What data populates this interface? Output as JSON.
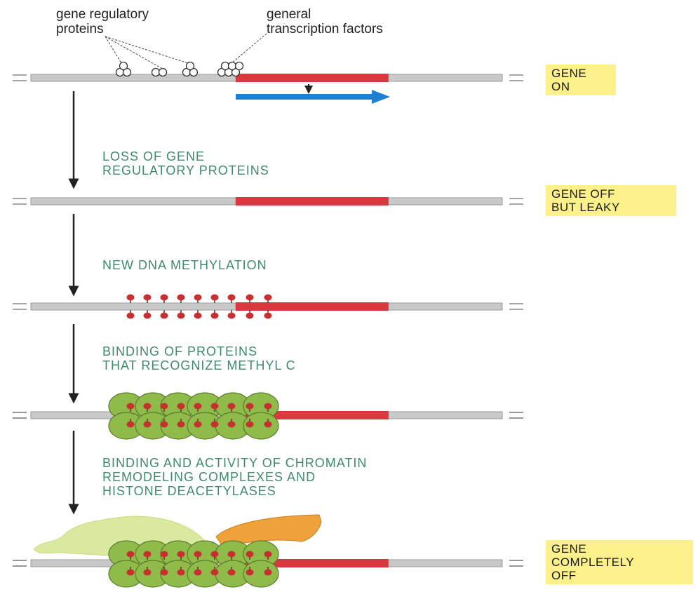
{
  "labels": {
    "gene_regulatory_proteins": "gene regulatory\nproteins",
    "general_transcription_factors": "general\ntranscription factors"
  },
  "steps": [
    "LOSS OF GENE\nREGULATORY PROTEINS",
    "NEW DNA METHYLATION",
    "BINDING OF PROTEINS\nTHAT RECOGNIZE METHYL C",
    "BINDING AND ACTIVITY OF CHROMATIN\nREMODELING COMPLEXES AND\nHISTONE DEACETYLASES"
  ],
  "states": {
    "gene_on": "GENE\nON",
    "gene_off_leaky": "GENE OFF\nBUT LEAKY",
    "gene_completely_off": "GENE\nCOMPLETELY\nOFF"
  },
  "colors": {
    "dna": "#c9c9c9",
    "gene": "#d8393e",
    "transcript": "#1f7fd0",
    "methyl": "#c8302f",
    "histone": "#8fbb4a",
    "remodeler": "#d9eaa0",
    "deacetylase": "#f0a23a",
    "step_text": "#3f8a6a",
    "badge": "#fbf08a"
  }
}
